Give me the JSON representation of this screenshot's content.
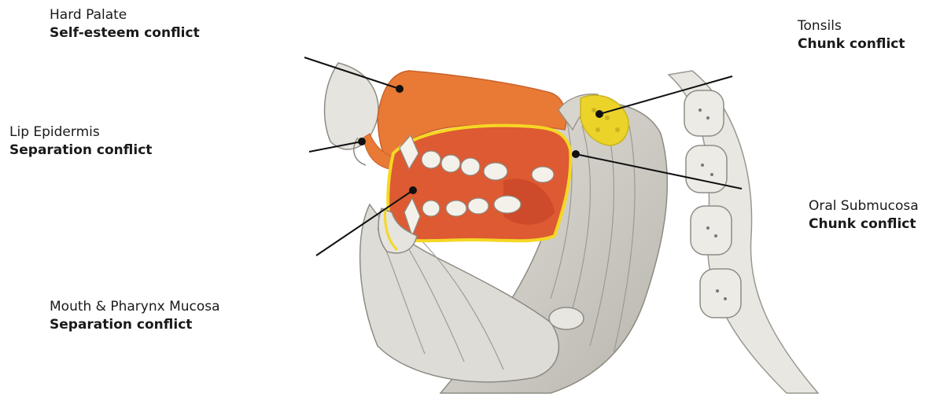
{
  "labels": {
    "hard_palate": {
      "name": "Hard Palate",
      "conflict": "Self-esteem conflict"
    },
    "lip_epidermis": {
      "name": "Lip Epidermis",
      "conflict": "Separation conflict"
    },
    "mouth_pharynx_mucosa": {
      "name": "Mouth & Pharynx Mucosa",
      "conflict": "Separation conflict"
    },
    "tonsils": {
      "name": "Tonsils",
      "conflict": "Chunk conflict"
    },
    "oral_submucosa": {
      "name": "Oral Submucosa",
      "conflict": "Chunk conflict"
    }
  },
  "colors": {
    "palate_orange": "#e87a35",
    "mucosa_red": "#dd5a32",
    "outline_yellow": "#f5d724",
    "tonsil_yellow": "#ecd32a",
    "tooth_white": "#f4f1ea",
    "muscle_gray": "#cfcdc7",
    "line_black": "#111111"
  }
}
